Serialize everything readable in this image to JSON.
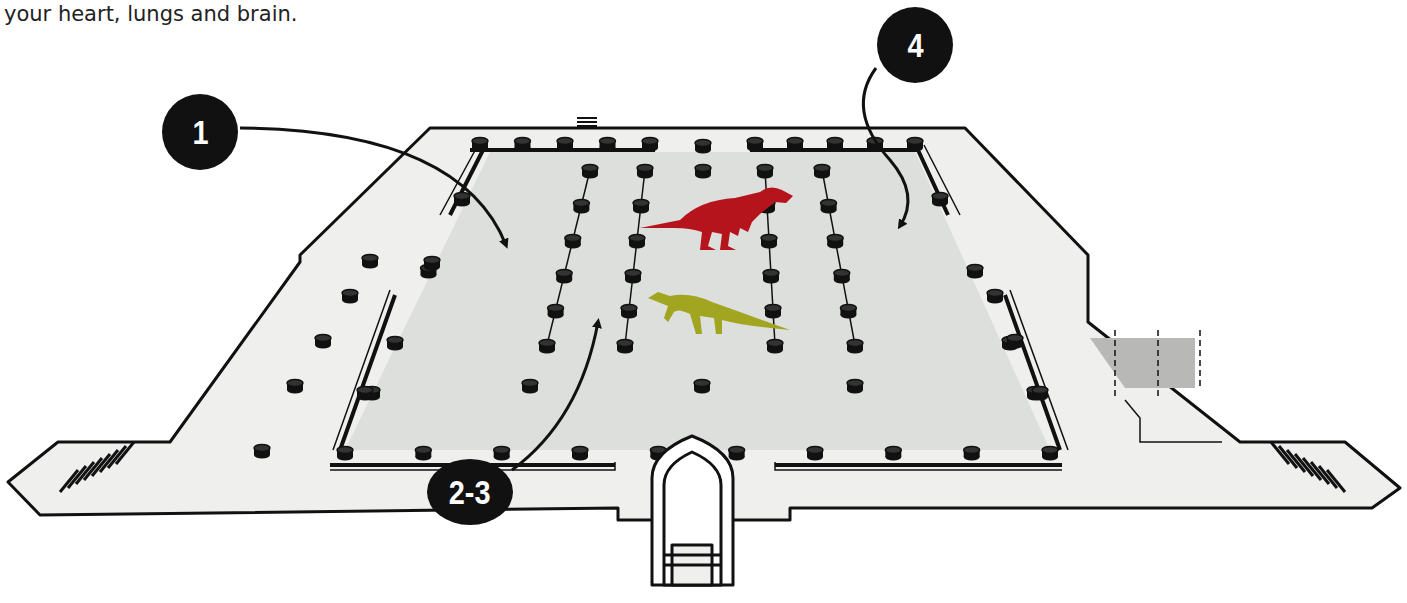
{
  "diagram": {
    "nodes": [
      {
        "text": [
          "1"
        ]
      },
      {
        "text": [
          "2-3"
        ]
      },
      {
        "text": [
          "4"
        ]
      }
    ],
    "labels": [
      "your heart, lungs and brain."
    ]
  }
}
